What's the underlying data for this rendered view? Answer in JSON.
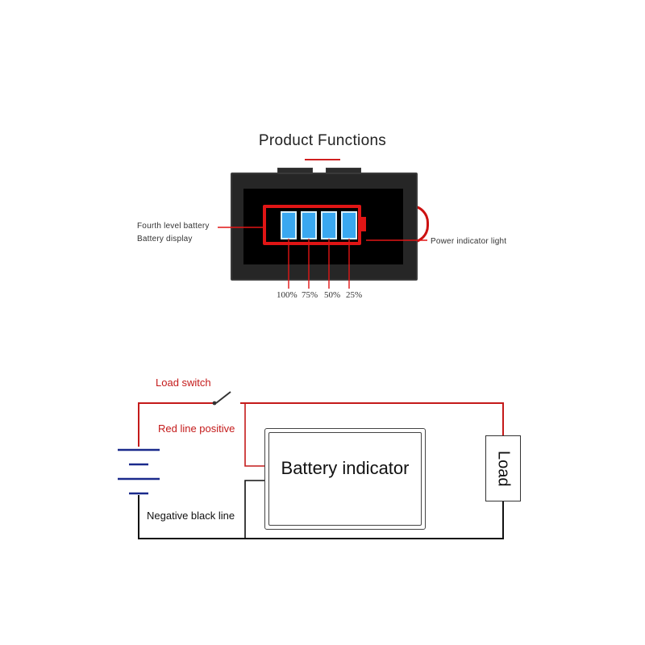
{
  "product_functions": {
    "title": "Product Functions",
    "left_label_line1": "Fourth level battery",
    "left_label_line2": "Battery display",
    "right_label": "Power indicator light",
    "levels": [
      "100%",
      "75%",
      "50%",
      "25%"
    ],
    "cell_count": 4,
    "colors": {
      "battery_outline": "#e01515",
      "cell_fill": "#3aa8f0",
      "device_body": "#262626",
      "leader_line": "#e01515"
    }
  },
  "wiring": {
    "load_switch_label": "Load switch",
    "red_line_label": "Red line positive",
    "negative_label": "Negative black line",
    "indicator_label": "Battery indicator",
    "load_label": "Load",
    "colors": {
      "positive_wire": "#c41a1a",
      "negative_wire": "#111111",
      "battery_plate": "#1a2a8c"
    }
  }
}
